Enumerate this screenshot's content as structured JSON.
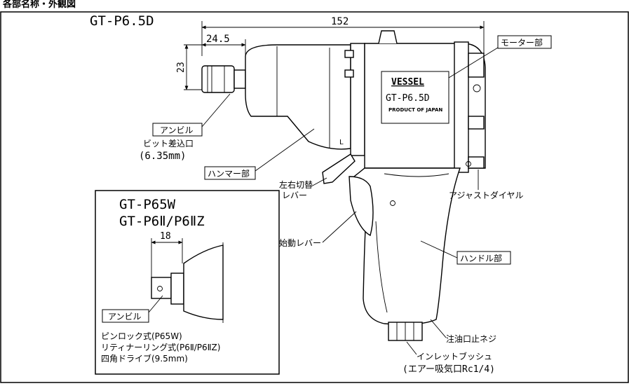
{
  "header": {
    "title": "各部名称・外観図"
  },
  "main_view": {
    "model": "GT-P6.5D",
    "dim_length": "152",
    "dim_nose": "24.5",
    "dim_height": "23",
    "nameplate": {
      "brand": "VESSEL",
      "model": "GT-P6.5D",
      "origin": "PRODUCT OF JAPAN"
    },
    "direction_mark": "L",
    "labels": {
      "motor": "モーター部",
      "anvil": "アンビル",
      "bit_inlet_1": "ビット差込口",
      "bit_inlet_2": "(6.35mm)",
      "hammer": "ハンマー部",
      "reverse_1": "左右切替",
      "reverse_2": "レバー",
      "trigger": "始動レバー",
      "adjust_dial": "アジャストダイヤル",
      "handle": "ハンドル部",
      "oil_plug": "注油口止ネジ",
      "inlet_1": "インレットブッシュ",
      "inlet_2": "(エアー吸気口Rc1/4)"
    }
  },
  "inset": {
    "model_1": "GT-P65W",
    "model_2": "GT-P6Ⅱ/P6ⅡZ",
    "dim_width": "18",
    "anvil_label": "アンビル",
    "note_1": "ピンロック式(P65W)",
    "note_2": "リティナーリング式(P6Ⅱ/P6ⅡZ)",
    "note_3": "四角ドライブ(9.5mm)"
  }
}
